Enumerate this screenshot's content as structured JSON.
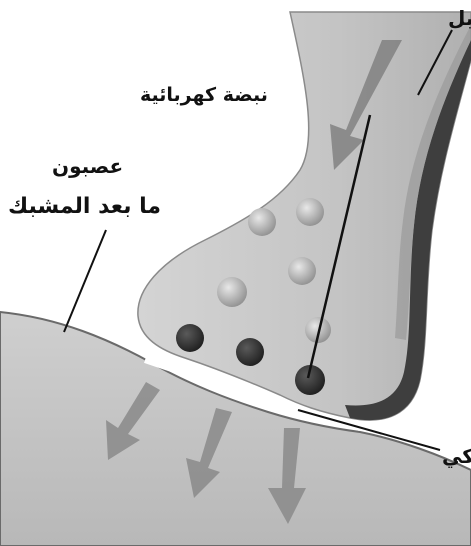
{
  "labels": {
    "electric_impulse": "نبضة كهربائية",
    "postsynaptic_line1": "عصبون",
    "postsynaptic_line2": "ما بعد المشبك",
    "top_right_fragment": "بل",
    "bottom_right_fragment": "كي"
  },
  "colors": {
    "background": "#ffffff",
    "neuron_fill": "#c9c9c9",
    "membrane_dark": "#4a4a4a",
    "arrow_gray": "#8c8c8c",
    "vesicle_dark": "#2e2e2e",
    "text": "#111111"
  }
}
